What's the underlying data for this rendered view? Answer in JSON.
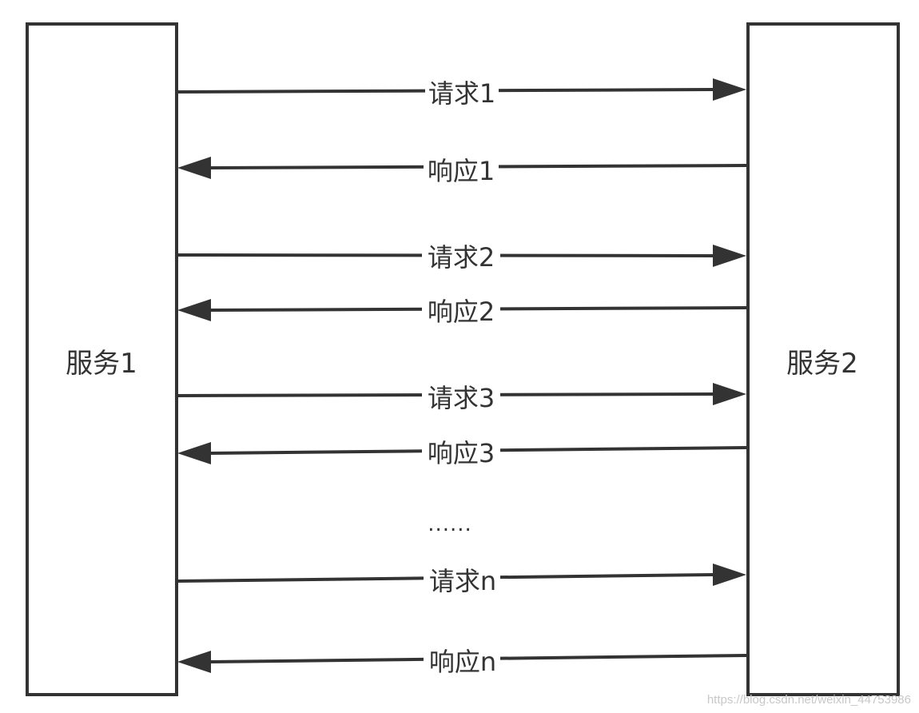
{
  "diagram": {
    "services": [
      {
        "id": "service-1",
        "label": "服务1"
      },
      {
        "id": "service-2",
        "label": "服务2"
      }
    ],
    "messages": [
      {
        "label": "请求1",
        "direction": "right"
      },
      {
        "label": "响应1",
        "direction": "left"
      },
      {
        "label": "请求2",
        "direction": "right"
      },
      {
        "label": "响应2",
        "direction": "left"
      },
      {
        "label": "请求3",
        "direction": "right"
      },
      {
        "label": "响应3",
        "direction": "left"
      },
      {
        "label": "请求n",
        "direction": "right"
      },
      {
        "label": "响应n",
        "direction": "left"
      }
    ],
    "ellipsis": "......",
    "colors": {
      "stroke": "#333333",
      "background": "#ffffff",
      "watermark": "#c8c8c8"
    }
  },
  "watermark": "https://blog.csdn.net/weixin_44753986"
}
